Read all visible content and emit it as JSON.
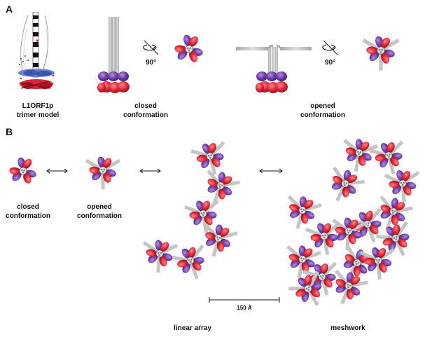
{
  "panels": {
    "a": "A",
    "b": "B"
  },
  "labels": {
    "model_line1": "L1ORF1p",
    "model_line2": "trimer model",
    "closed_a_line1": "closed",
    "closed_a_line2": "conformation",
    "opened_a_line1": "opened",
    "opened_a_line2": "conformation",
    "rot1": "90°",
    "rot2": "90°",
    "closed_b_line1": "closed",
    "closed_b_line2": "conformation",
    "opened_b_line1": "opened",
    "opened_b_line2": "conformation",
    "linear_array": "linear array",
    "meshwork": "meshwork",
    "scale": "150 Å"
  },
  "colors": {
    "red": "#d8283a",
    "purple": "#6a3aa0",
    "gray": "#c4c4c4",
    "black": "#111111",
    "blue": "#4a5fc0"
  }
}
